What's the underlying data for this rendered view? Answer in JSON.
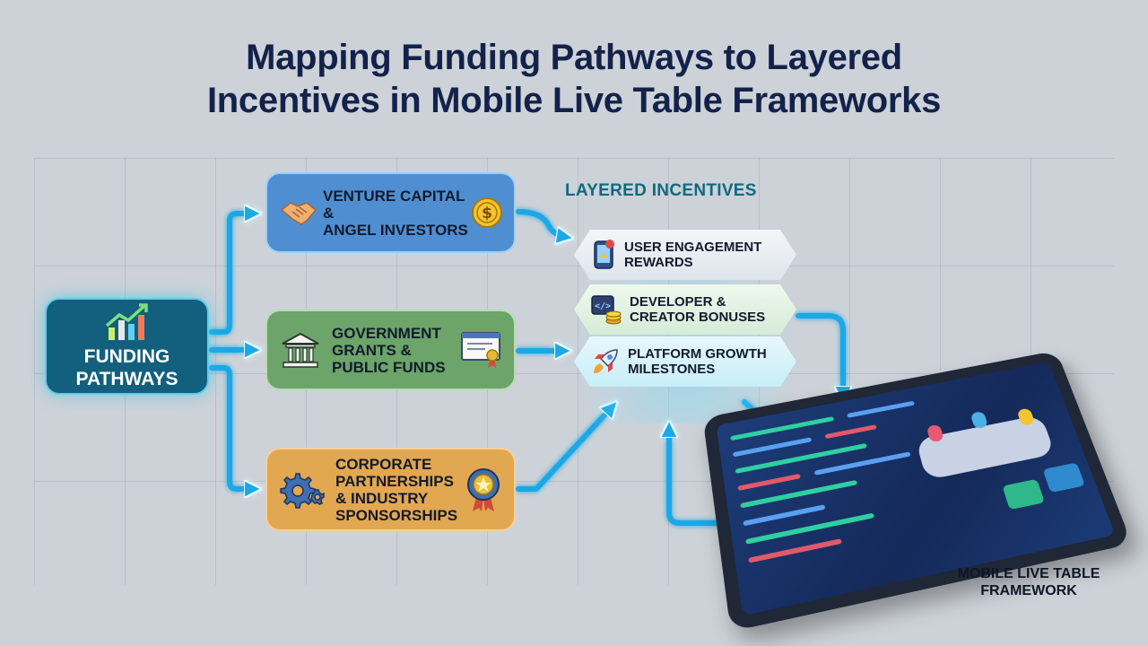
{
  "title": {
    "line1": "Mapping Funding Pathways to Layered",
    "line2": "Incentives in Mobile Live Table Frameworks"
  },
  "funding": {
    "line1": "FUNDING",
    "line2": "PATHWAYS",
    "icon": "growth-chart-icon"
  },
  "sources": {
    "vc": {
      "line1": "VENTURE CAPITAL &",
      "line2": "ANGEL INVESTORS",
      "icon_left": "handshake-icon",
      "icon_right": "dollar-coin-icon"
    },
    "gov": {
      "line1": "GOVERNMENT",
      "line2": "GRANTS &",
      "line3": "PUBLIC FUNDS",
      "icon_left": "government-building-icon",
      "icon_right": "certificate-icon"
    },
    "corp": {
      "line1": "CORPORATE",
      "line2": "PARTNERSHIPS",
      "line3": "& INDUSTRY",
      "line4": "SPONSORSHIPS",
      "icon_left": "gears-icon",
      "icon_right": "award-badge-icon"
    }
  },
  "incentives": {
    "heading": "LAYERED INCENTIVES",
    "items": [
      {
        "line1": "USER ENGAGEMENT",
        "line2": "REWARDS",
        "icon": "phone-notification-icon"
      },
      {
        "line1": "DEVELOPER &",
        "line2": "CREATOR BONUSES",
        "icon": "code-coins-icon"
      },
      {
        "line1": "PLATFORM GROWTH",
        "line2": "MILESTONES",
        "icon": "rocket-icon"
      }
    ]
  },
  "framework": {
    "line1": "MOBILE LIVE TABLE",
    "line2": "FRAMEWORK",
    "icon": "tablet-dashboard-icon"
  },
  "colors": {
    "title": "#13224a",
    "arrow": "#1ea8e6",
    "funding_box": "#12607e",
    "vc_box": "#4f8fd1",
    "gov_box": "#6ca46a",
    "corp_box": "#e2a751",
    "incentive_heading": "#0e6a80"
  }
}
